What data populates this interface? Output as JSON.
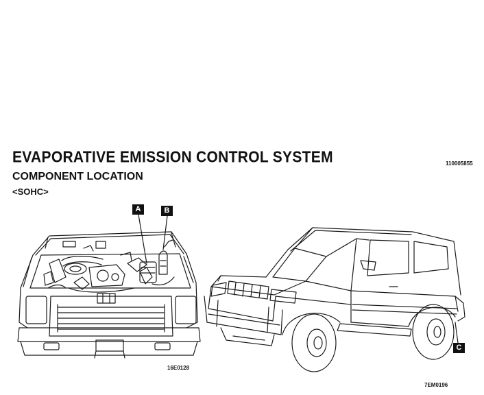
{
  "header": {
    "title": "EVAPORATIVE EMISSION CONTROL SYSTEM",
    "doc_code": "110005855",
    "subtitle": "COMPONENT LOCATION",
    "variant": "<SOHC>"
  },
  "figures": {
    "engine_bay": {
      "code": "16E0128",
      "callouts": [
        "A",
        "B"
      ]
    },
    "vehicle": {
      "code": "7EM0196",
      "callouts": [
        "C"
      ]
    }
  }
}
